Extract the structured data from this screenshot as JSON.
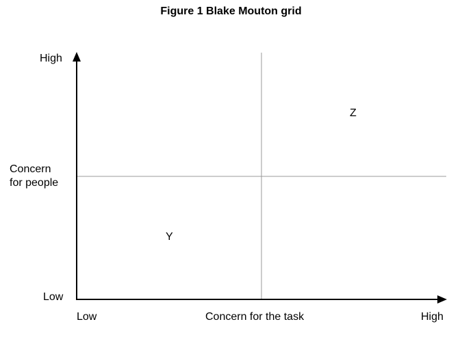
{
  "figure": {
    "title": "Figure 1  Blake Mouton grid"
  },
  "y_axis": {
    "label_line1": "Concern",
    "label_line2": "for people",
    "high": "High",
    "low": "Low"
  },
  "x_axis": {
    "label": "Concern for the task",
    "low": "Low",
    "high": "High"
  },
  "points": {
    "z": "Z",
    "y": "Y"
  },
  "colors": {
    "axis": "#000000",
    "grid": "#999999"
  }
}
